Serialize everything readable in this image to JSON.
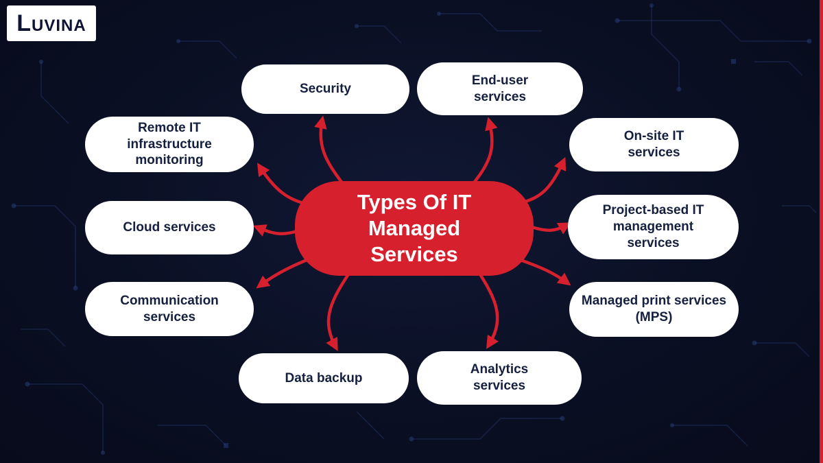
{
  "brand": {
    "logo_text": "LUVINA"
  },
  "center": {
    "lines": [
      "Types Of IT",
      "Managed",
      "Services"
    ]
  },
  "nodes": [
    {
      "id": "security",
      "label": "Security"
    },
    {
      "id": "end-user-services",
      "label": "End-user services"
    },
    {
      "id": "remote-it-infrastructure-monitoring",
      "label": "Remote IT infrastructure monitoring"
    },
    {
      "id": "on-site-it-services",
      "label": "On-site IT services"
    },
    {
      "id": "cloud-services",
      "label": "Cloud services"
    },
    {
      "id": "project-based-it-management-services",
      "label": "Project-based IT management services"
    },
    {
      "id": "communication-services",
      "label": "Communication services"
    },
    {
      "id": "managed-print-services",
      "label": "Managed print services (MPS)"
    },
    {
      "id": "data-backup",
      "label": "Data backup"
    },
    {
      "id": "analytics-services",
      "label": "Analytics services"
    }
  ],
  "colors": {
    "background": "#0a0f23",
    "node_background": "#ffffff",
    "node_text": "#15203f",
    "accent_red": "#d6202d",
    "center_text": "#ffffff",
    "circuit_trace": "#27407c"
  }
}
